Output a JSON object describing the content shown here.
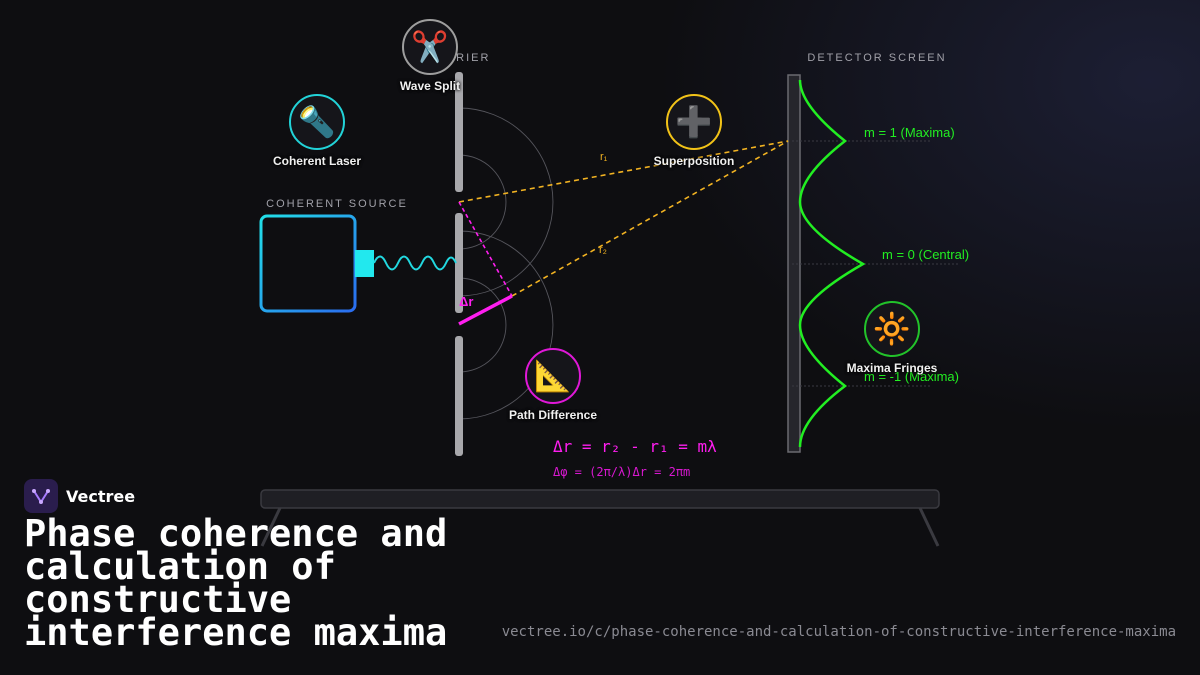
{
  "diagram": {
    "labels": {
      "barrier": "BARRIER",
      "detector_screen": "DETECTOR SCREEN",
      "coherent_source": "COHERENT SOURCE",
      "r1": "r₁",
      "r2": "r₂",
      "delta_r": "Δr",
      "m_plus1": "m = 1 (Maxima)",
      "m_zero": "m = 0 (Central)",
      "m_minus1": "m = -1 (Maxima)"
    },
    "equations": {
      "path": "Δr = r₂ - r₁ = mλ",
      "phase": "Δφ = (2π/λ)Δr = 2πm"
    },
    "badges": [
      {
        "name": "wave-split",
        "label": "Wave Split",
        "icon": "✂️",
        "color": "#9e9e9e"
      },
      {
        "name": "coherent-laser",
        "label": "Coherent Laser",
        "icon": "🔦",
        "color": "#22d3d8"
      },
      {
        "name": "superposition",
        "label": "Superposition",
        "icon": "➕",
        "color": "#f2c318"
      },
      {
        "name": "path-difference",
        "label": "Path Difference",
        "icon": "📐",
        "color": "#e018d8"
      },
      {
        "name": "maxima-fringes",
        "label": "Maxima Fringes",
        "icon": "🔆",
        "color": "#22c32a"
      }
    ],
    "colors": {
      "wave": "#22d8e0",
      "path": "#f2b322",
      "delta": "#ff1ef0",
      "pattern": "#22ee22"
    }
  },
  "brand": {
    "name": "Vectree"
  },
  "title": "Phase coherence and calculation of constructive interference maxima",
  "url": "vectree.io/c/phase-coherence-and-calculation-of-constructive-interference-maxima"
}
